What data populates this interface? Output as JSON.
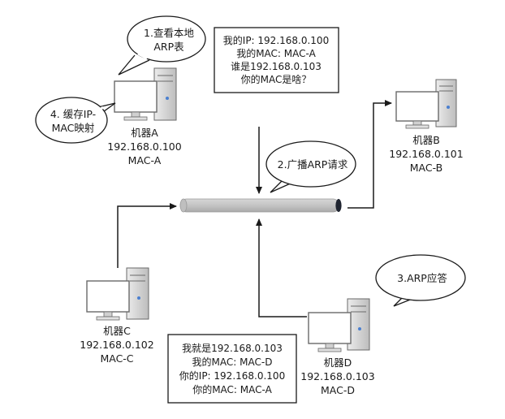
{
  "diagram": {
    "machines": {
      "a": {
        "name": "机器A",
        "ip": "192.168.0.100",
        "mac": "MAC-A"
      },
      "b": {
        "name": "机器B",
        "ip": "192.168.0.101",
        "mac": "MAC-B"
      },
      "c": {
        "name": "机器C",
        "ip": "192.168.0.102",
        "mac": "MAC-C"
      },
      "d": {
        "name": "机器D",
        "ip": "192.168.0.103",
        "mac": "MAC-D"
      }
    },
    "bubbles": {
      "step1": {
        "line1": "1.查看本地",
        "line2": "ARP表"
      },
      "step2": {
        "text": "2.广播ARP请求"
      },
      "step3": {
        "text": "3.ARP应答"
      },
      "step4": {
        "line1": "4. 缓存IP-",
        "line2": "MAC映射"
      }
    },
    "request_box": {
      "line1": "我的IP: 192.168.0.100",
      "line2": "我的MAC: MAC-A",
      "line3": "谁是192.168.0.103",
      "line4": "你的MAC是啥？"
    },
    "reply_box": {
      "line1": "我就是192.168.0.103",
      "line2": "我的MAC: MAC-D",
      "line3": "你的IP: 192.168.0.100",
      "line4": "你的MAC: MAC-A"
    }
  }
}
